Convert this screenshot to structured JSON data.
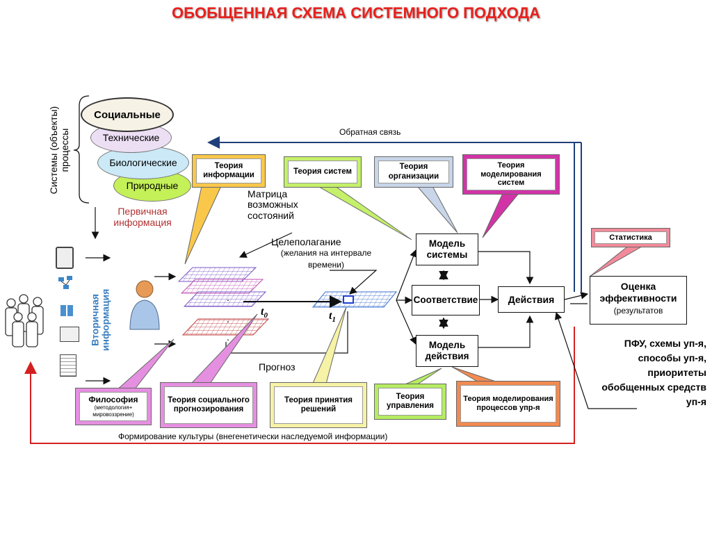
{
  "title": "ОБОБЩЕННАЯ СХЕМА СИСТЕМНОГО ПОДХОДА",
  "systems_label": "Системы (объекты) процессы",
  "systems": [
    "Социальные",
    "Технические",
    "Биологические",
    "Природные"
  ],
  "primary_info": "Первичная информация",
  "secondary_info": "Вторичная информация",
  "feedback": "Обратная связь",
  "matrix_label": "Матрица возможных состояний",
  "goal_setting": "Целеполагание",
  "goal_setting_sub": "(желания на интервале времени)",
  "t0": "t",
  "t0_sub": "0",
  "t1": "t",
  "t1_sub": "1",
  "forecast": "Прогноз",
  "model_system": "Модель системы",
  "correspondence": "Соответствие",
  "model_action": "Модель действия",
  "actions": "Действия",
  "efficiency_title": "Оценка эффективности",
  "efficiency_sub": "(результатов",
  "statistics": "Статистика",
  "pfu_text": "ПФУ, схемы уп-я, способы уп-я, приоритеты обобщенных средств уп-я",
  "philosophy_title": "Философия",
  "philosophy_sub": "(методология+ мировоззрение)",
  "culture": "Формирование культуры (внегенетически наследуемой информации)",
  "theories_top": [
    {
      "label": "Теория информации",
      "color": "#f9c84b"
    },
    {
      "label": "Теория систем",
      "color": "#c5f06a"
    },
    {
      "label": "Теория организации",
      "color": "#c9d5e8"
    },
    {
      "label": "Теория моделирования систем",
      "color": "#d234a7"
    }
  ],
  "theories_bottom": [
    {
      "label": "Теория социального прогнозирования",
      "color": "#e58fe0"
    },
    {
      "label": "Теория принятия решений",
      "color": "#f6f2a6"
    },
    {
      "label": "Теория управления",
      "color": "#b5ec62"
    },
    {
      "label": "Теория моделирования процессов упр-я",
      "color": "#f28a51"
    }
  ],
  "colors": {
    "title": "#e8201c",
    "feedback_arrow": "#1f3f7a",
    "culture_arrow": "#d42020",
    "primary_info": "#b23030"
  }
}
